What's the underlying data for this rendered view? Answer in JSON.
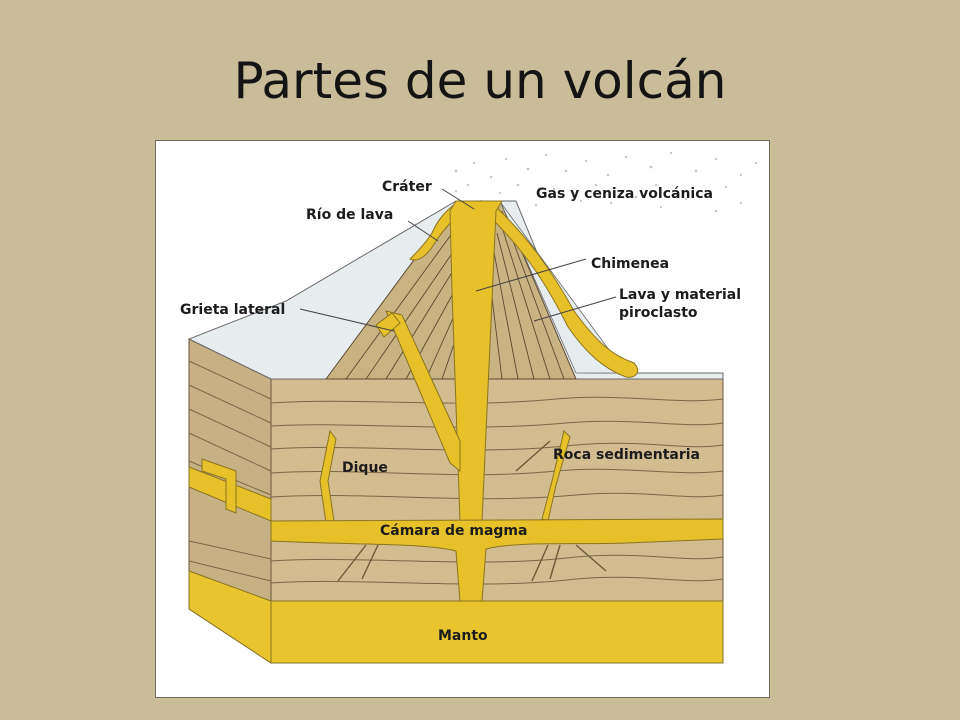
{
  "slide": {
    "title": "Partes de un volcán"
  },
  "labels": {
    "crater": "Cráter",
    "gas": "Gas y ceniza volcánica",
    "rio": "Río de lava",
    "chimenea": "Chimenea",
    "grieta": "Grieta lateral",
    "lava_line1": "Lava y material",
    "lava_line2": "piroclasto",
    "dique": "Dique",
    "roca": "Roca sedimentaria",
    "camara": "Cámara de magma",
    "manto": "Manto"
  },
  "colors": {
    "background": "#c8bd98",
    "magma": "#e7c12a",
    "rock": "#d3bc90",
    "mantle": "#e8c42f",
    "cone": "#c9b382",
    "snow": "#e7ecef"
  }
}
